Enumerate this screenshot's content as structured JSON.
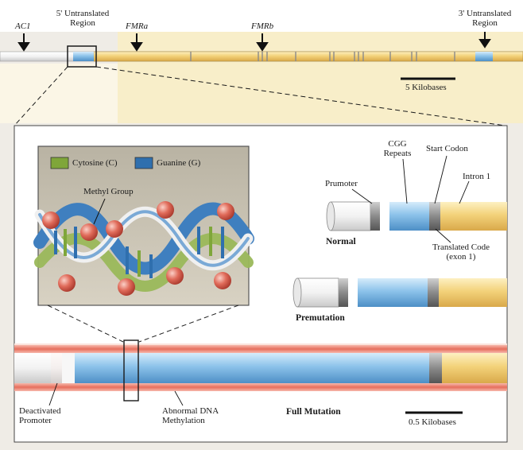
{
  "top": {
    "ac1": "AC1",
    "utr5_line1": "5' Untranslated",
    "utr5_line2": "Region",
    "fmra": "FMRa",
    "fmrb": "FMRb",
    "utr3_line1": "3' Untranslated",
    "utr3_line2": "Region",
    "scale_label": "5 Kilobases"
  },
  "inset": {
    "cytosine": "Cytosine (C)",
    "guanine": "Guanine (G)",
    "methyl": "Methyl Group"
  },
  "normal": {
    "cgg_line1": "CGG",
    "cgg_line2": "Repeats",
    "start_codon": "Start Codon",
    "intron": "Intron 1",
    "promoter": "Prumoter",
    "title": "Normal",
    "translated_line1": "Translated Code",
    "translated_line2": "(exon 1)"
  },
  "premutation": {
    "title": "Premutation"
  },
  "full": {
    "deactivated_line1": "Deactivated",
    "deactivated_line2": "Promoter",
    "abnormal_line1": "Abnormal DNA",
    "abnormal_line2": "Methylation",
    "title": "Full Mutation",
    "scale_label": "0.5 Kilobases"
  },
  "colors": {
    "cytosine": "#7fa63a",
    "guanine": "#2f6fae",
    "methyl": "#d9534a",
    "exon_yellow": "#f1d27a",
    "repeat_blue": "#8fc4ec",
    "background_band": "#f6ecc8"
  }
}
